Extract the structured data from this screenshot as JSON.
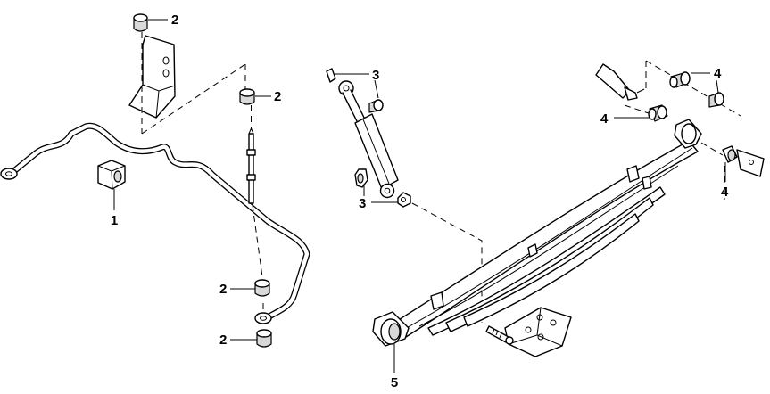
{
  "callouts": {
    "c1": "1",
    "c2a": "2",
    "c2b": "2",
    "c2c": "2",
    "c2d": "2",
    "c3a": "3",
    "c3b": "3",
    "c4a": "4",
    "c4b": "4",
    "c4c": "4",
    "c5": "5"
  },
  "colors": {
    "line": "#000000",
    "shade": "#d9d9d9",
    "background": "#ffffff"
  }
}
